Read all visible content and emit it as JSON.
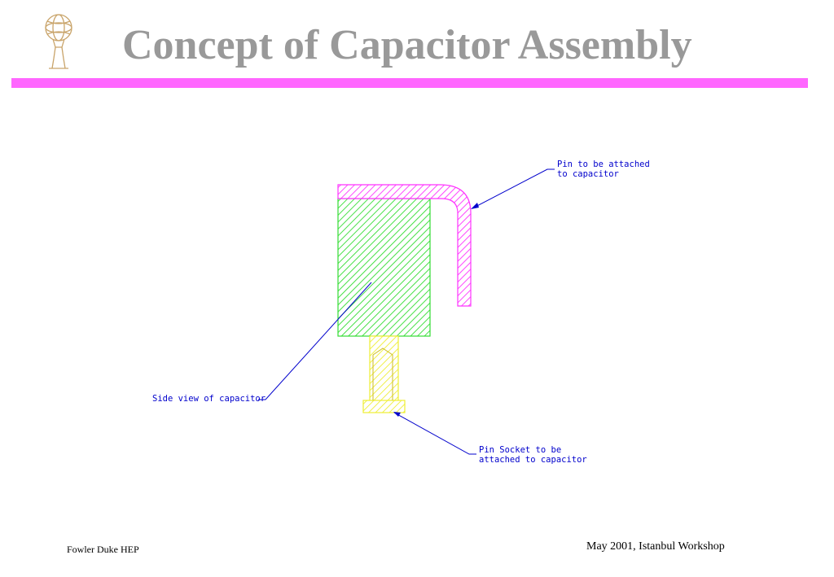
{
  "slide": {
    "title": "Concept of Capacitor Assembly",
    "accent_color": "#ff66ff",
    "title_color": "#999999",
    "logo": "atlas-figure-logo"
  },
  "diagram": {
    "labels": {
      "pin_line1": "Pin to be attached",
      "pin_line2": "to capacitor",
      "capacitor": "Side view of capacitor",
      "socket_line1": "Pin Socket to be",
      "socket_line2": "attached to capacitor"
    },
    "colors": {
      "pin": "#ff33ff",
      "capacitor": "#33dd33",
      "socket": "#eeee33",
      "leader": "#0000cc"
    }
  },
  "footer": {
    "left": "Fowler Duke HEP",
    "right": "May 2001, Istanbul Workshop"
  }
}
